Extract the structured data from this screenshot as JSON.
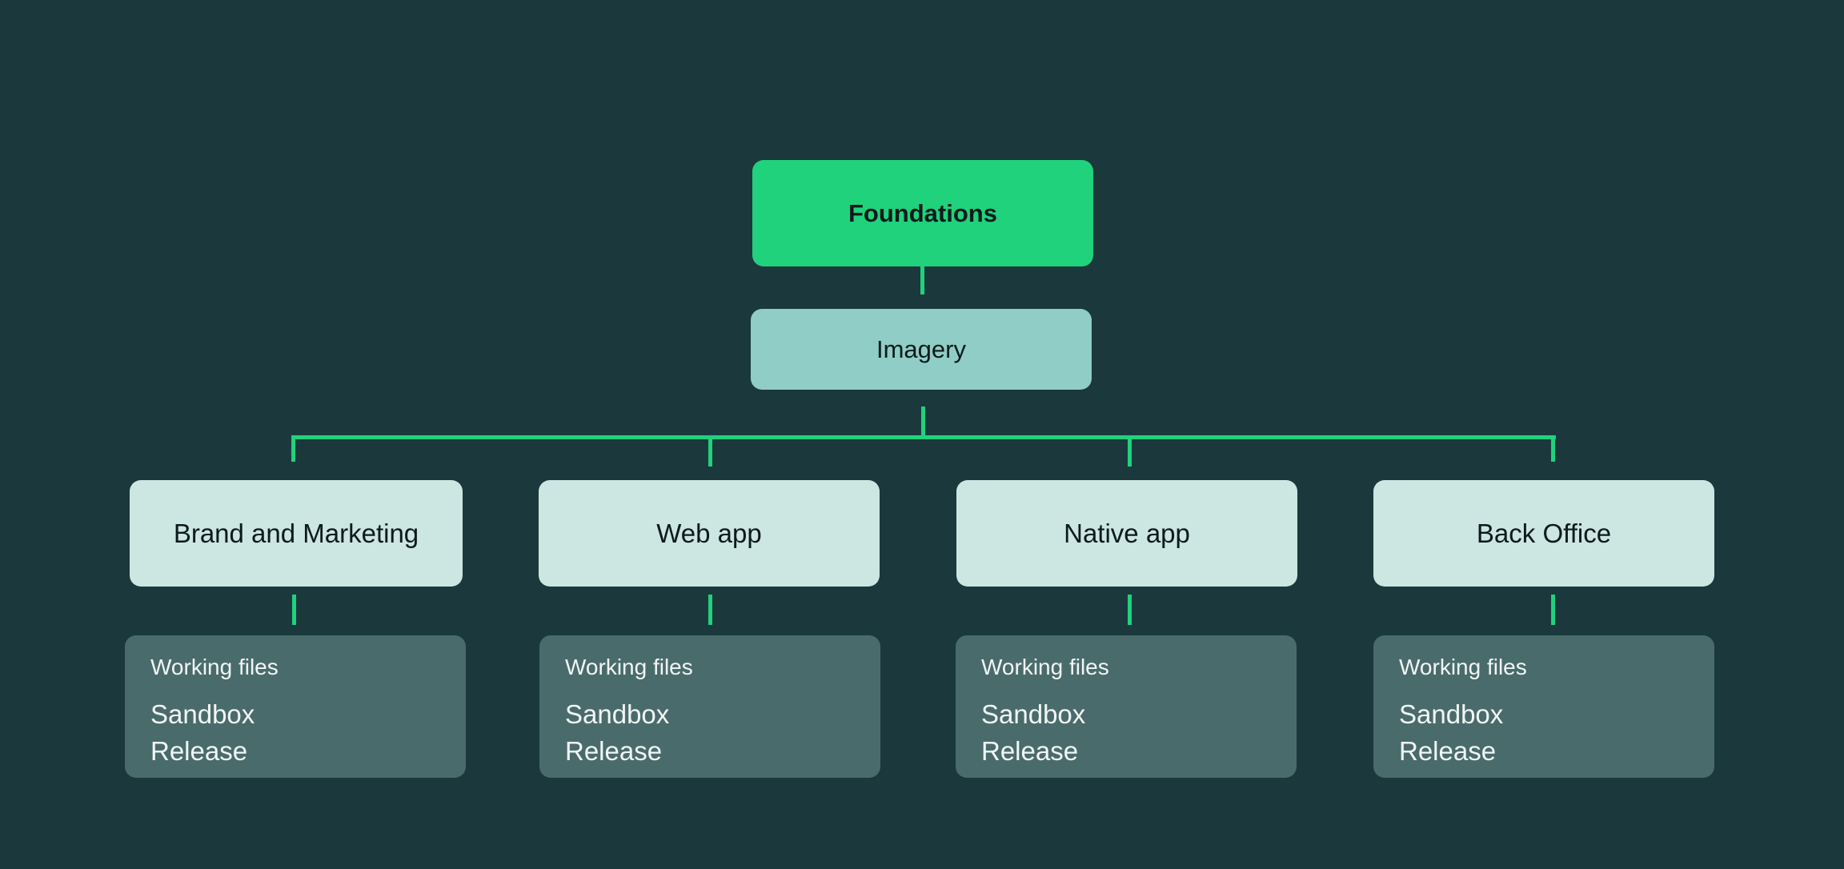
{
  "colors": {
    "background": "#1b383d",
    "root": "#20d27c",
    "mid": "#8fcdc6",
    "leaf": "#cce6e2",
    "files": "#4a6b6b",
    "connector": "#20d27c"
  },
  "root": {
    "label": "Foundations"
  },
  "mid": {
    "label": "Imagery"
  },
  "branches": [
    {
      "label": "Brand and Marketing",
      "files_title": "Working files",
      "items": [
        "Sandbox",
        "Release"
      ]
    },
    {
      "label": "Web app",
      "files_title": "Working files",
      "items": [
        "Sandbox",
        "Release"
      ]
    },
    {
      "label": "Native app",
      "files_title": "Working files",
      "items": [
        "Sandbox",
        "Release"
      ]
    },
    {
      "label": "Back Office",
      "files_title": "Working files",
      "items": [
        "Sandbox",
        "Release"
      ]
    }
  ]
}
